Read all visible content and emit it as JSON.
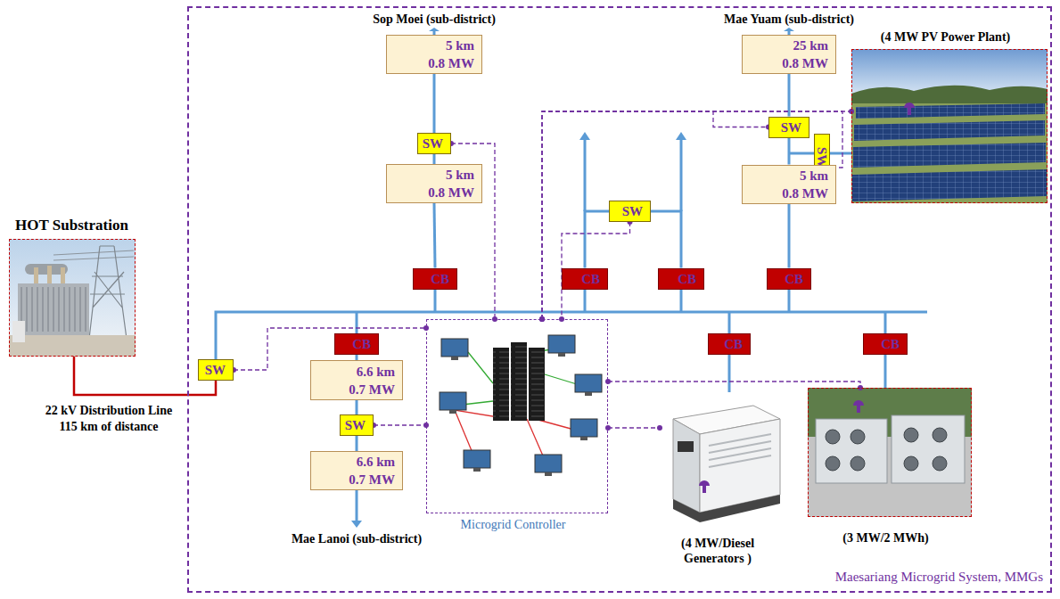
{
  "diagram": {
    "nodes": [
      {
        "text": [
          "Maesariang Microgrid System, MMGs"
        ]
      },
      {
        "text": [
          "5 km",
          "0.8 MW"
        ],
        "in": 0
      },
      {
        "text": [
          "25 km",
          "0.8 MW"
        ],
        "in": 0
      },
      {
        "text": [
          "(4 MW PV Power Plant)"
        ],
        "in": 0
      },
      {
        "text": [
          "SW"
        ],
        "in": 0
      },
      {
        "text": [
          "SW"
        ],
        "in": 0
      },
      {
        "text": [
          "SW"
        ],
        "in": 0
      },
      {
        "text": [
          "SW"
        ],
        "in": 0
      },
      {
        "text": [
          "5 km",
          "0.8 MW"
        ],
        "in": 0
      },
      {
        "text": [
          "5 km",
          "0.8 MW"
        ],
        "in": 0
      },
      {
        "text": [
          "HOT Substration"
        ]
      },
      {
        "text": [
          "CB"
        ],
        "in": 0
      },
      {
        "text": [
          "CB"
        ],
        "in": 0
      },
      {
        "text": [
          "CB"
        ],
        "in": 0
      },
      {
        "text": [
          "CB"
        ],
        "in": 0
      },
      {
        "text": [
          "CB"
        ],
        "in": 0
      },
      {
        "text": [
          "CB"
        ],
        "in": 0
      },
      {
        "text": [
          "CB"
        ],
        "in": 0
      },
      {
        "text": [
          "SW"
        ],
        "in": 0
      },
      {
        "text": [
          "Microgrid Controller"
        ],
        "in": 0
      },
      {
        "text": [
          "6.6 km",
          "0.7 MW"
        ],
        "in": 0
      },
      {
        "text": [
          "SW"
        ],
        "in": 0
      },
      {
        "text": [
          "6.6 km",
          "0.7 MW"
        ],
        "in": 0
      },
      {
        "text": [
          "(4 MW/Diesel Generators )"
        ],
        "in": 0
      },
      {
        "text": [
          "(3 MW/2 MWh)"
        ],
        "in": 0
      }
    ],
    "edges": [
      {
        "from": 11,
        "to": 8,
        "arrow": "none"
      },
      {
        "from": 8,
        "to": 5,
        "arrow": "none"
      },
      {
        "from": 5,
        "to": 1,
        "arrow": "none"
      },
      {
        "from": 14,
        "to": 9,
        "arrow": "none"
      },
      {
        "from": 9,
        "to": 4,
        "arrow": "none"
      },
      {
        "from": 4,
        "to": 2,
        "arrow": "none"
      },
      {
        "from": 6,
        "to": 3,
        "arrow": "none"
      },
      {
        "from": 12,
        "to": 7,
        "arrow": "none"
      },
      {
        "from": 7,
        "to": 13,
        "arrow": "none"
      },
      {
        "from": 10,
        "to": 18,
        "arrow": "none"
      },
      {
        "from": 15,
        "to": 20,
        "arrow": "none"
      },
      {
        "from": 20,
        "to": 21,
        "arrow": "none"
      },
      {
        "from": 21,
        "to": 22,
        "arrow": "none"
      },
      {
        "from": 16,
        "to": 23,
        "arrow": "none"
      },
      {
        "from": 17,
        "to": 24,
        "arrow": "none"
      },
      {
        "from": 18,
        "to": 19,
        "arrow": "none"
      },
      {
        "from": 5,
        "to": 19,
        "arrow": "none"
      },
      {
        "from": 7,
        "to": 19,
        "arrow": "none"
      },
      {
        "from": 19,
        "to": 4,
        "arrow": "none"
      },
      {
        "from": 19,
        "to": 6,
        "arrow": "none"
      },
      {
        "from": 19,
        "to": 3,
        "arrow": "none"
      },
      {
        "from": 21,
        "to": 19,
        "arrow": "none"
      },
      {
        "from": 19,
        "to": 23,
        "arrow": "none"
      },
      {
        "from": 19,
        "to": 24,
        "arrow": "none"
      }
    ],
    "labels": [
      "Sop Moei (sub-district)",
      "Mae Yuam (sub-district)",
      "22 kV Distribution Line",
      "115 km of distance",
      "Mae Lanoi (sub-district)"
    ]
  }
}
